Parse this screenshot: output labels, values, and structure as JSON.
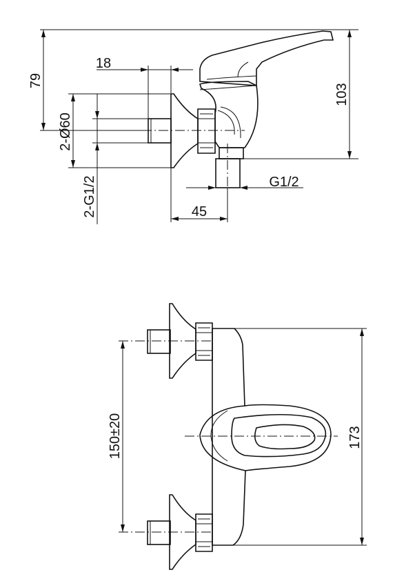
{
  "side_view": {
    "dim_overall_height": "79",
    "dim_body_height": "103",
    "dim_wall_offset": "18",
    "dim_flange_diameter": "2-Ø60",
    "dim_inlet_thread": "2-G1/2",
    "dim_outlet_thread": "G1/2",
    "dim_outlet_distance": "45"
  },
  "front_view": {
    "dim_inlet_spacing": "150±20",
    "dim_total_height": "173"
  }
}
